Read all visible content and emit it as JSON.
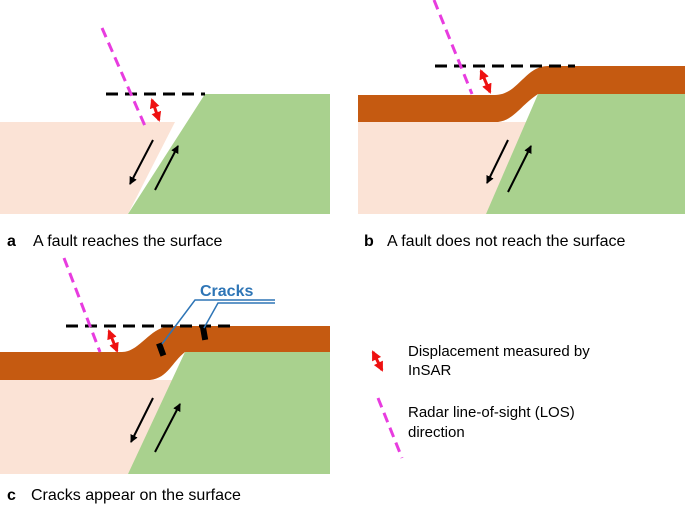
{
  "panels": {
    "a": {
      "letter": "a",
      "caption": "A fault reaches the surface"
    },
    "b": {
      "letter": "b",
      "caption": "A fault does not reach the surface"
    },
    "c": {
      "letter": "c",
      "caption": "Cracks appear on the surface",
      "cracks_label": "Cracks"
    }
  },
  "legend": {
    "displacement": {
      "line1": "Displacement measured by",
      "line2": "InSAR",
      "icon": "red-double-arrow-icon"
    },
    "los": {
      "line1": "Radar line-of-sight (LOS)",
      "line2": "direction",
      "icon": "magenta-dashed-line-icon"
    }
  },
  "colors": {
    "footwall": "#fbe3d6",
    "hanging_wall": "#a9d18e",
    "sediment": "#c55a11",
    "los_line": "#e83cdf",
    "displacement_arrow": "#ee1111",
    "cracks_callout": "#2e75b6",
    "reference_line": "#000000"
  }
}
